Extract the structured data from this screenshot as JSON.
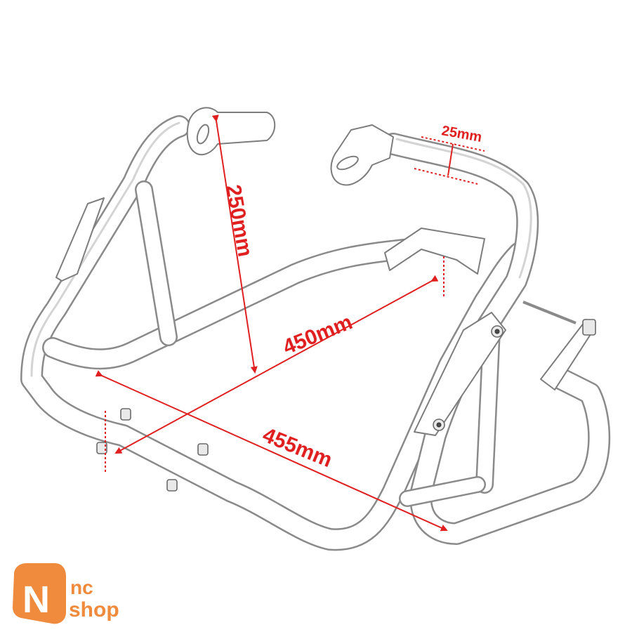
{
  "dimensions": {
    "height": "250mm",
    "width_inner": "450mm",
    "width_outer": "455mm",
    "tube_diameter": "25mm"
  },
  "logo": {
    "mark": "N",
    "line1": "nc",
    "line2": "shop"
  },
  "colors": {
    "dimension": "#e02020",
    "logo": "#f08a3c",
    "tube": "#8a8a8a"
  }
}
